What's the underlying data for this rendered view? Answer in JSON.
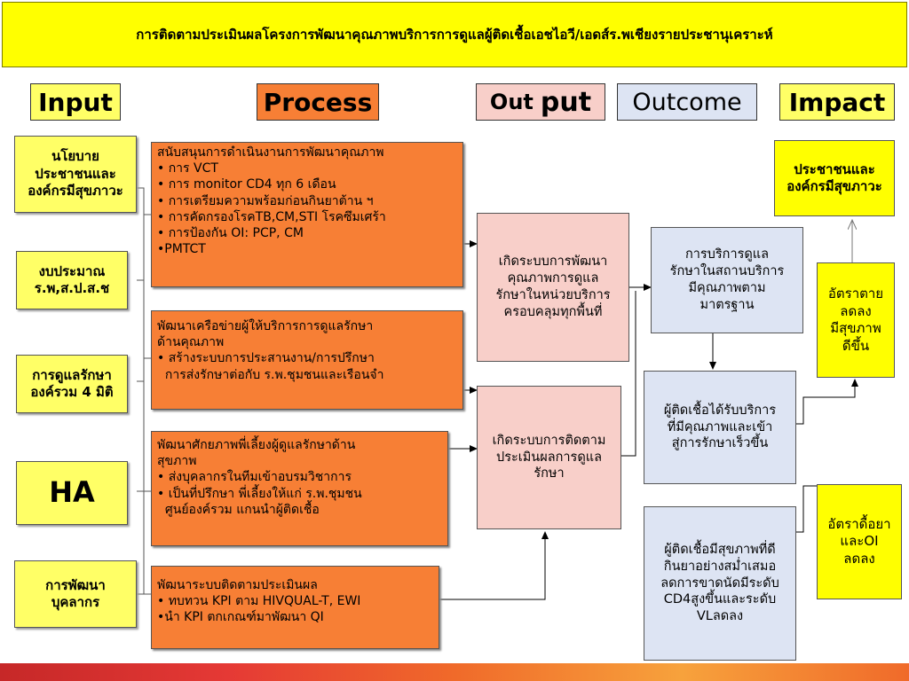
{
  "title": "การติดตามประเมินผลโครงการพัฒนาคุณภาพบริการการดูแลผู้ติดเชื้อเอชไอวี/เอดส์ร.พเชียงรายประชานุเคราะห์",
  "headers": {
    "input": "Input",
    "process": "Process",
    "output_a": "Out",
    "output_b": "put",
    "outcome": "Outcome",
    "impact": "Impact"
  },
  "inputs": [
    "นโยบาย\nประชาชนและ\nองค์กรมีสุขภาวะ",
    "งบประมาณ\nร.พ,ส.ป.ส.ช",
    "การดูแลรักษา\nองค์รวม 4 มิติ",
    "HA",
    "การพัฒนา\nบุคลากร"
  ],
  "processes": [
    {
      "lines": [
        "สนับสนุนการดำเนินงานการพัฒนาคุณภาพ",
        "• การ VCT",
        "• การ monitor CD4 ทุก 6 เดือน",
        "• การเตรียมความพร้อมก่อนกินยาต้าน ฯ",
        "• การคัดกรองโรคTB,CM,STI โรคซึมเศร้า",
        "• การป้องกัน OI: PCP, CM",
        "•PMTCT"
      ]
    },
    {
      "lines": [
        "พัฒนาเครือข่ายผู้ให้บริการการดูแลรักษา",
        "ด้านคุณภาพ",
        "• สร้างระบบการประสานงาน/การปรึกษา",
        "  การส่งรักษาต่อกับ ร.พ.ชุมชนและเรือนจำ"
      ]
    },
    {
      "lines": [
        "พัฒนาศักยภาพพี่เลี้ยงผู้ดูแลรักษาด้าน",
        "สุขภาพ",
        "• ส่งบุคลากรในทีมเข้าอบรมวิชาการ",
        "• เป็นที่ปรึกษา พี่เลี้ยงให้แก่ ร.พ.ชุมชน",
        "  ศูนย์องค์รวม แกนนำผู้ติดเชื้อ"
      ]
    },
    {
      "lines": [
        "พัฒนาระบบติดตามประเมินผล",
        "• ทบทวน KPI ตาม HIVQUAL-T, EWI",
        "•นำ KPI ตกเกณฑ์มาพัฒนา QI"
      ]
    }
  ],
  "outputs": [
    "เกิดระบบการพัฒนา\nคุณภาพการดูแล\nรักษาในหน่วยบริการ\nครอบคลุมทุกพื้นที่",
    "เกิดระบบการติดตาม\nประเมินผลการดูแล\nรักษา"
  ],
  "outcomes": [
    "การบริการดูแล\nรักษาในสถานบริการ\nมีคุณภาพตาม\nมาตรฐาน",
    "ผู้ติดเชื้อได้รับบริการ\nที่มีคุณภาพและเข้า\nสู่การรักษาเร็วขึ้น",
    "ผู้ติดเชื้อมีสุขภาพที่ดี\nกินยาอย่างสม่ำเสมอ\nลดการขาดนัดมีระดับ\nCD4สูงขึ้นและระดับ\nVLลดลง"
  ],
  "impacts": [
    "ประชาชนและ\nองค์กรมีสุขภาวะ",
    "อัตราตาย\nลดลง\nมีสุขภาพ\nดีขึ้น",
    "อัตราดื้อยา\nและOI\nลดลง"
  ],
  "colors": {
    "title_bg": "#ffff00",
    "input_bg": "#ffff66",
    "process_bg": "#f77f35",
    "output_bg": "#f8cfc9",
    "outcome_bg": "#dde4f3",
    "impact_bg": "#ffff00"
  }
}
